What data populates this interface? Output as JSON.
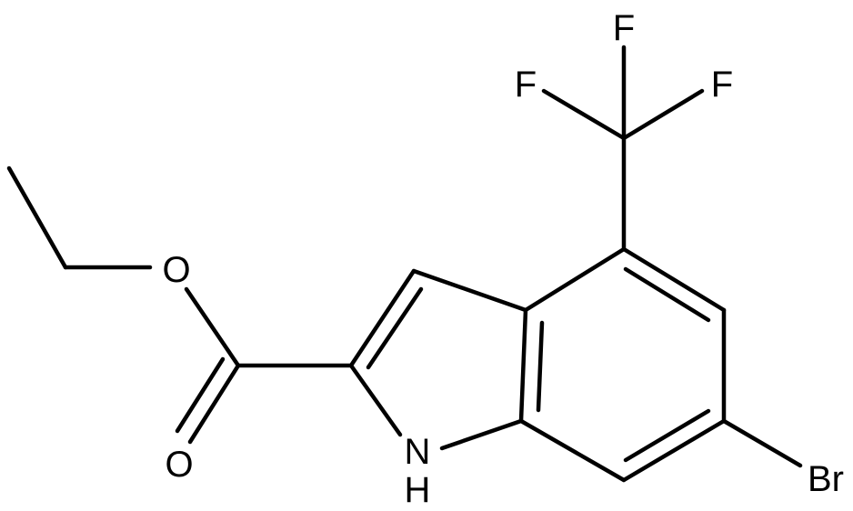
{
  "molecule": {
    "atoms": {
      "f_top": "F",
      "f_left": "F",
      "f_right": "F",
      "o_ether": "O",
      "o_carbonyl": "O",
      "n_ring": "N",
      "h_nh": "H",
      "br": "Br"
    }
  }
}
